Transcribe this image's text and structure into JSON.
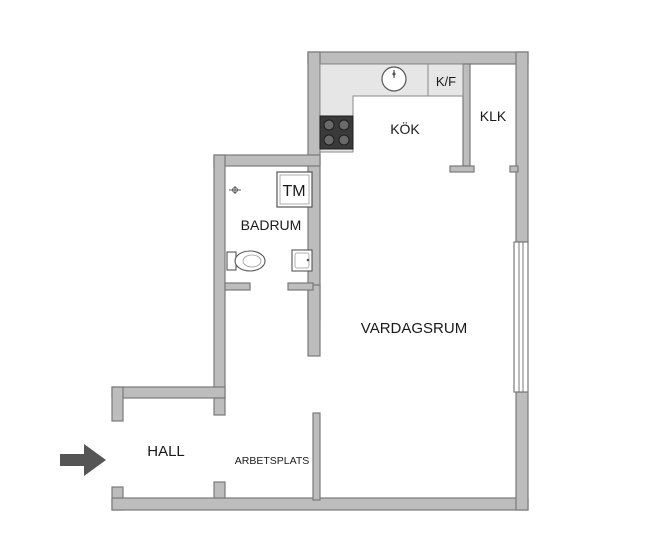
{
  "rooms": {
    "kitchen": "KÖK",
    "fridge_freezer": "K/F",
    "closet": "KLK",
    "bathroom": "BADRUM",
    "washer": "TM",
    "living_room": "VARDAGSRUM",
    "hall": "HALL",
    "workspace": "ARBETSPLATS"
  },
  "colors": {
    "wall_fill": "#bdbdbd",
    "wall_stroke": "#7a7a7a",
    "counter": "#e6e6e6",
    "stove": "#3a3a3a",
    "entry_arrow": "#555555"
  },
  "icons": {
    "entry": "entry-arrow-icon",
    "sink": "sink-icon",
    "stove": "stove-icon",
    "toilet": "toilet-icon",
    "washbasin": "washbasin-icon",
    "shower_tap": "shower-tap-icon"
  }
}
